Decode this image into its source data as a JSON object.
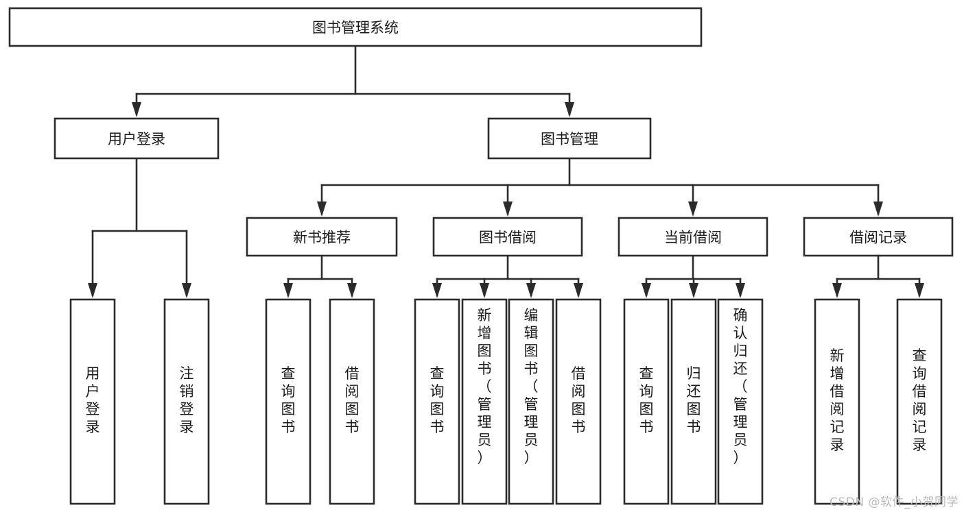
{
  "diagram": {
    "type": "tree",
    "title": "图书管理系统",
    "orientation": "top-down",
    "watermark": "CSDN @软件_小贺同学",
    "colors": {
      "stroke": "#2b2b2b",
      "fill": "#ffffff",
      "text": "#1a1a1a",
      "watermark": "#b9b9b9"
    },
    "nodes": {
      "root": {
        "label": "图书管理系统",
        "orient": "horizontal"
      },
      "l2": [
        {
          "label": "用户登录",
          "orient": "horizontal"
        },
        {
          "label": "图书管理",
          "orient": "horizontal"
        }
      ],
      "l3": [
        {
          "label": "新书推荐",
          "orient": "horizontal"
        },
        {
          "label": "图书借阅",
          "orient": "horizontal"
        },
        {
          "label": "当前借阅",
          "orient": "horizontal"
        },
        {
          "label": "借阅记录",
          "orient": "horizontal"
        }
      ],
      "leaves": {
        "user_login": [
          {
            "label": "用户登录",
            "orient": "vertical",
            "align": "center"
          },
          {
            "label": "注销登录",
            "orient": "vertical",
            "align": "center"
          }
        ],
        "new_book": [
          {
            "label": "查询图书",
            "orient": "vertical",
            "align": "center"
          },
          {
            "label": "借阅图书",
            "orient": "vertical",
            "align": "center"
          }
        ],
        "borrow_book": [
          {
            "label": "查询图书",
            "orient": "vertical",
            "align": "center"
          },
          {
            "label": "新增图书（管理员）",
            "orient": "vertical",
            "align": "top"
          },
          {
            "label": "编辑图书（管理员）",
            "orient": "vertical",
            "align": "top"
          },
          {
            "label": "借阅图书",
            "orient": "vertical",
            "align": "center"
          }
        ],
        "current_borrow": [
          {
            "label": "查询图书",
            "orient": "vertical",
            "align": "center"
          },
          {
            "label": "归还图书",
            "orient": "vertical",
            "align": "center"
          },
          {
            "label": "确认归还（管理员）",
            "orient": "vertical",
            "align": "top"
          }
        ],
        "borrow_record": [
          {
            "label": "新增借阅记录",
            "orient": "vertical",
            "align": "center"
          },
          {
            "label": "查询借阅记录",
            "orient": "vertical",
            "align": "center"
          }
        ]
      }
    },
    "edges": [
      {
        "from": "图书管理系统",
        "to": "用户登录"
      },
      {
        "from": "图书管理系统",
        "to": "图书管理"
      },
      {
        "from": "图书管理",
        "to": "新书推荐"
      },
      {
        "from": "图书管理",
        "to": "图书借阅"
      },
      {
        "from": "图书管理",
        "to": "当前借阅"
      },
      {
        "from": "图书管理",
        "to": "借阅记录"
      },
      {
        "from": "用户登录",
        "to": "用户登录"
      },
      {
        "from": "用户登录",
        "to": "注销登录"
      },
      {
        "from": "新书推荐",
        "to": "查询图书"
      },
      {
        "from": "新书推荐",
        "to": "借阅图书"
      },
      {
        "from": "图书借阅",
        "to": "查询图书"
      },
      {
        "from": "图书借阅",
        "to": "新增图书（管理员）"
      },
      {
        "from": "图书借阅",
        "to": "编辑图书（管理员）"
      },
      {
        "from": "图书借阅",
        "to": "借阅图书"
      },
      {
        "from": "当前借阅",
        "to": "查询图书"
      },
      {
        "from": "当前借阅",
        "to": "归还图书"
      },
      {
        "from": "当前借阅",
        "to": "确认归还（管理员）"
      },
      {
        "from": "借阅记录",
        "to": "新增借阅记录"
      },
      {
        "from": "借阅记录",
        "to": "查询借阅记录"
      }
    ]
  }
}
